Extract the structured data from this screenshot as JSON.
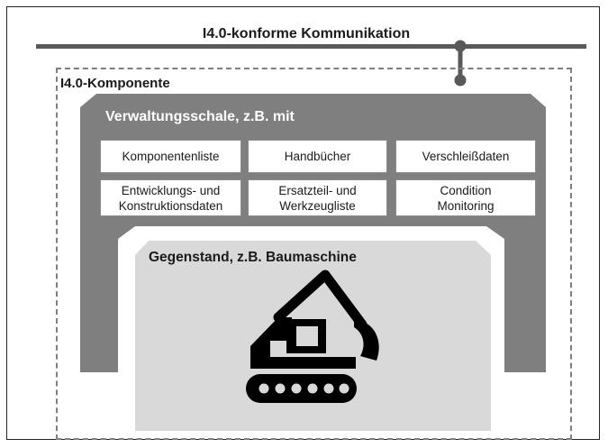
{
  "communication": {
    "title": "I4.0-konforme Kommunikation"
  },
  "component": {
    "label": "I4.0-Komponente"
  },
  "shell": {
    "title": "Verwaltungsschale, z.B. mit",
    "cells": [
      {
        "text": "Komponentenliste"
      },
      {
        "text": "Handbücher"
      },
      {
        "text": "Verschleißdaten"
      },
      {
        "text": "Entwicklungs- und\nKonstruktionsdaten"
      },
      {
        "text": "Ersatzteil- und\nWerkzeugliste"
      },
      {
        "text": "Condition\nMonitoring"
      }
    ]
  },
  "asset": {
    "title": "Gegenstand, z.B. Baumaschine",
    "icon": "excavator-icon"
  },
  "colors": {
    "shell": "#7f7f7f",
    "bus": "#595959",
    "asset": "#d9d9d9",
    "dashed": "#7f7f7f"
  }
}
